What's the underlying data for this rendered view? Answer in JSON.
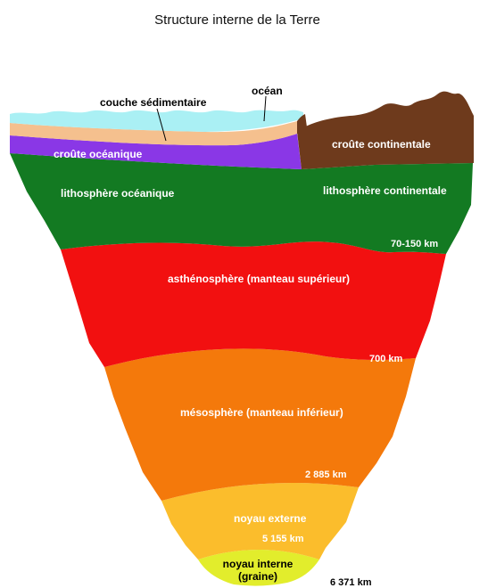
{
  "title": "Structure interne de la Terre",
  "labels": {
    "ocean": "océan",
    "sedimentary": "couche sédimentaire",
    "oceanic_crust": "croûte océanique",
    "continental_crust": "croûte continentale",
    "oceanic_lithosphere": "lithosphère océanique",
    "continental_lithosphere": "lithosphère continentale",
    "asthenosphere": "asthénosphère (manteau supérieur)",
    "mesosphere": "mésosphère (manteau inférieur)",
    "outer_core": "noyau externe",
    "inner_core_line1": "noyau interne",
    "inner_core_line2": "(graine)"
  },
  "depths": {
    "lithosphere": "70-150 km",
    "asthenosphere": "700 km",
    "mesosphere": "2 885 km",
    "outer_core": "5 155 km",
    "inner_core": "6 371 km"
  },
  "colors": {
    "ocean": "#aaf0f4",
    "sediment": "#f5c08e",
    "oceanic_crust": "#8a37e6",
    "continental_crust": "#6e3a1c",
    "lithosphere": "#137a22",
    "asthenosphere": "#f21010",
    "mesosphere": "#f4790b",
    "outer_core": "#fbbd2c",
    "inner_core": "#e2ed2c"
  }
}
